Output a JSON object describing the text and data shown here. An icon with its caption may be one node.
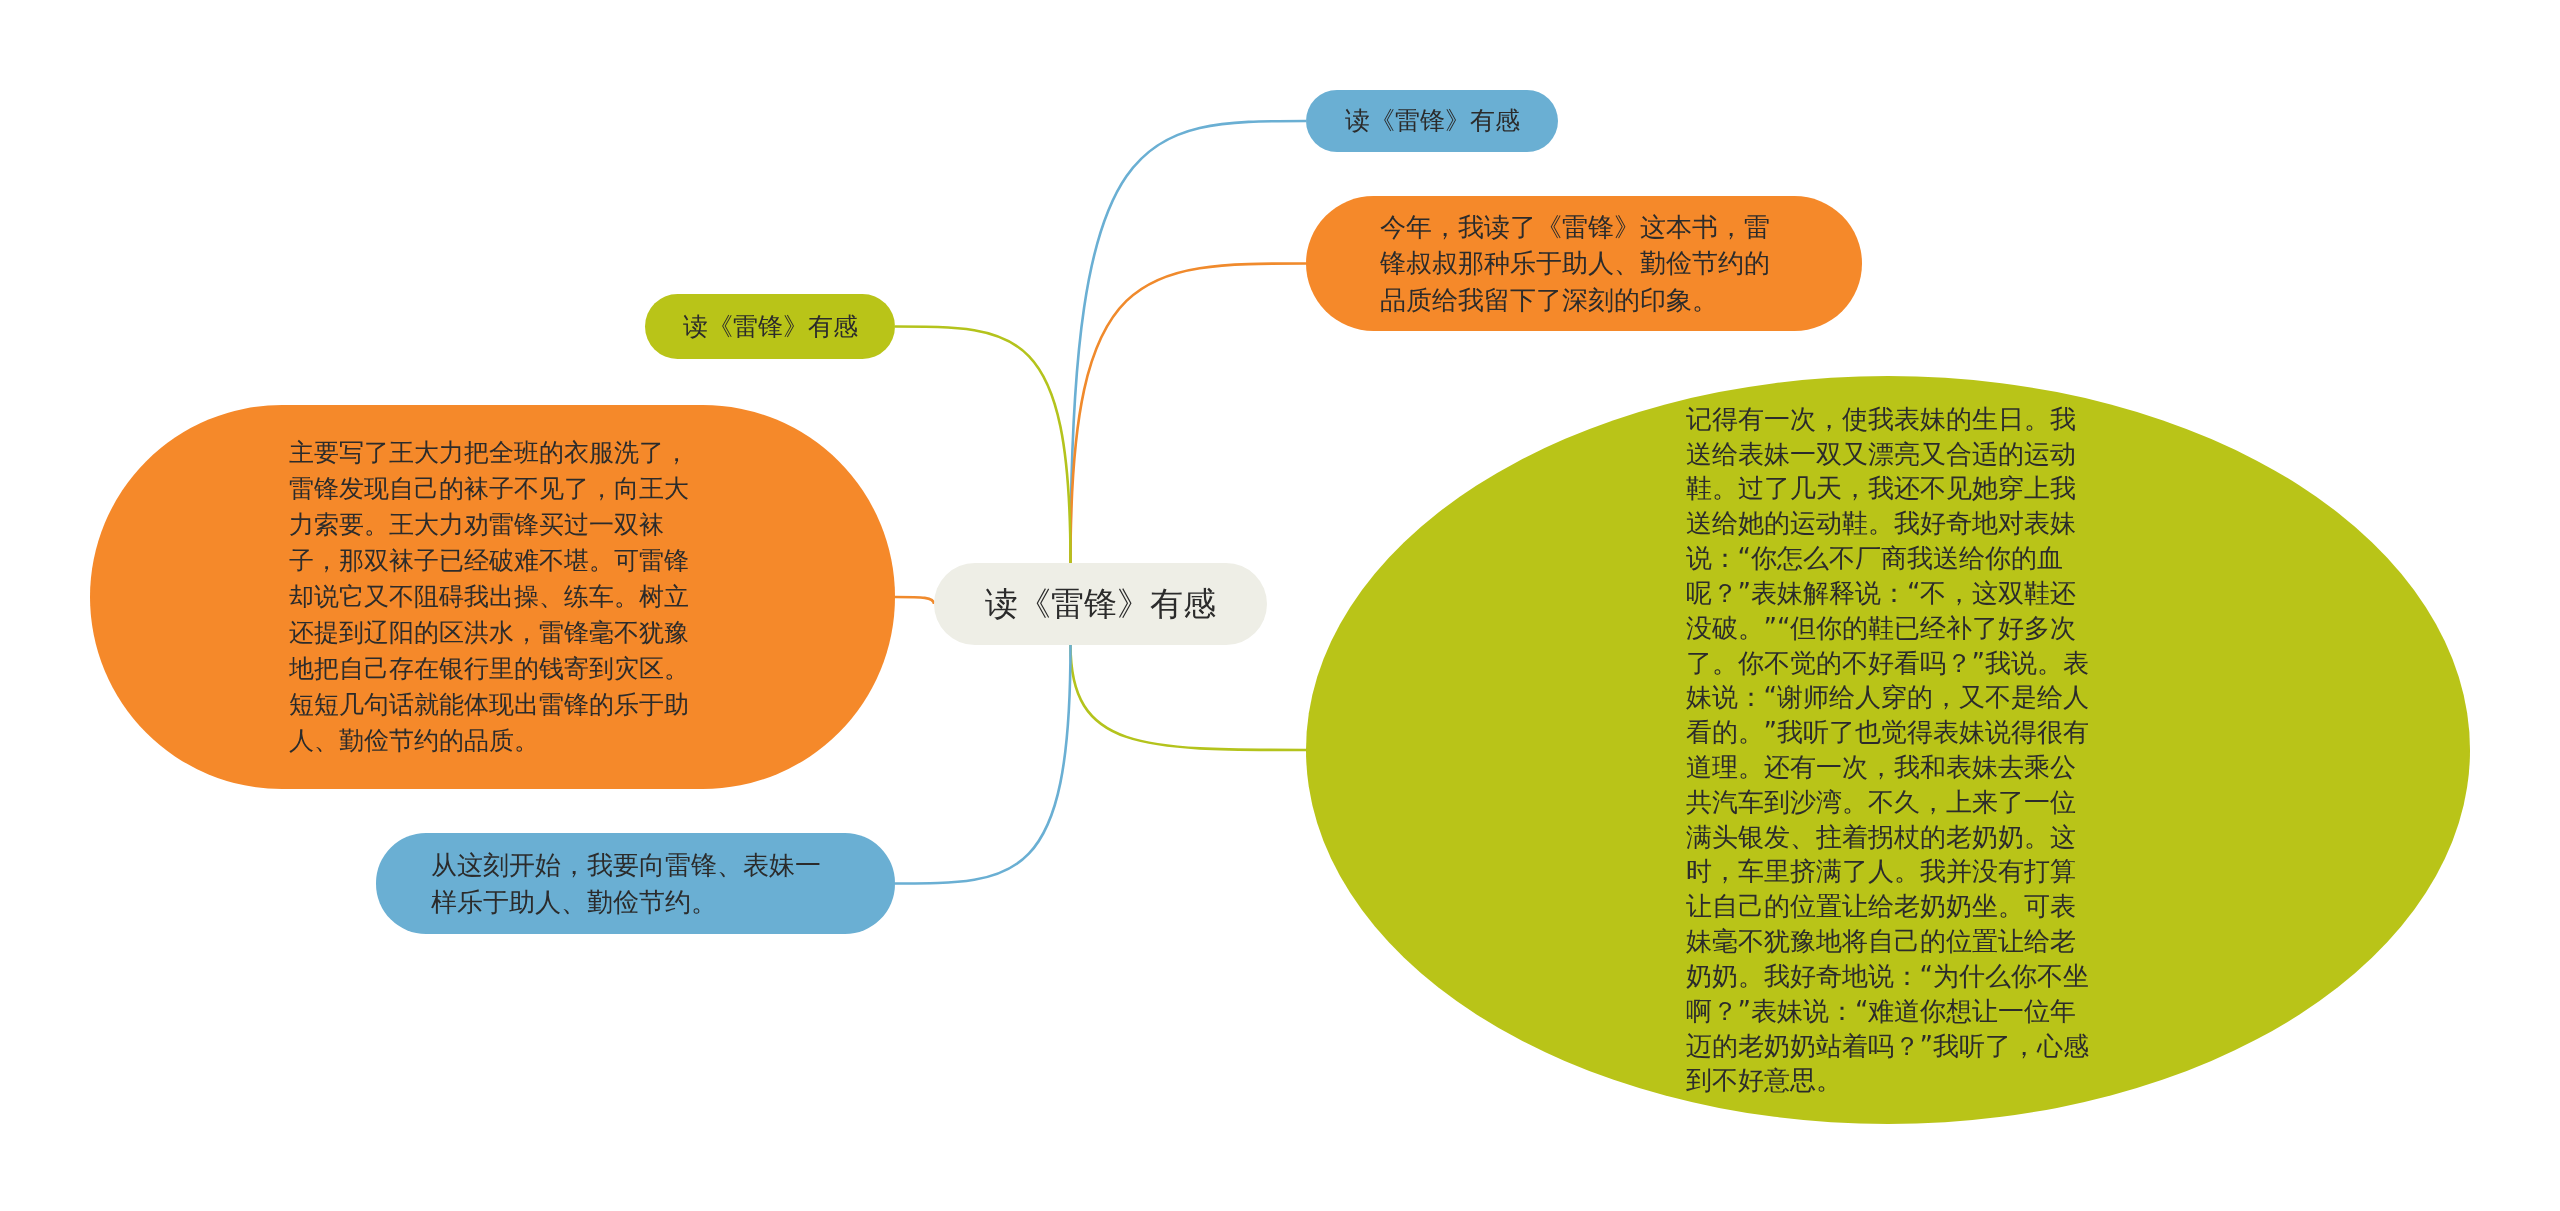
{
  "diagram": {
    "nodes": [
      {
        "text": [
          "读《雷锋》有感"
        ]
      },
      {
        "text": [
          "读《雷锋》有感"
        ]
      },
      {
        "text": [
          "今年，我读了《雷锋》这本书，雷锋叔叔那种乐于助人、勤俭节约的品质给我留下了深刻的印象。"
        ]
      },
      {
        "text": [
          "记得有一次，使我表妹的生日。我送给表妹一双又漂亮又合适的运动鞋。过了几天，我还不见她穿上我送给她的运动鞋。我好奇地对表妹说：“你怎么不厂商我送给你的血呢？”表妹解释说：“不，这双鞋还没破。”“但你的鞋已经补了好多次了。你不觉的不好看吗？”我说。表妹说：“谢师给人穿的，又不是给人看的。”我听了也觉得表妹说得很有道理。还有一次，我和表妹去乘公共汽车到沙湾。不久，上来了一位满头银发、拄着拐杖的老奶奶。这时，车里挤满了人。我并没有打算让自己的位置让给老奶奶坐。可表妹毫不犹豫地将自己的位置让给老奶奶。我好奇地说：“为什么你不坐啊？”表妹说：“难道你想让一位年迈的老奶奶站着吗？”我听了，心感到不好意思。"
        ]
      },
      {
        "text": [
          "读《雷锋》有感"
        ]
      },
      {
        "text": [
          "主要写了王大力把全班的衣服洗了，雷锋发现自己的袜子不见了，向王大力索要。王大力劝雷锋买过一双袜子，那双袜子已经破难不堪。可雷锋却说它又不阻碍我出操、练车。树立还提到辽阳的区洪水，雷锋毫不犹豫地把自己存在银行里的钱寄到灾区。短短几句话就能体现出雷锋的乐于助人、勤俭节约的品质。"
        ]
      },
      {
        "text": [
          "从这刻开始，我要向雷锋、表妹一样乐于助人、勤俭节约。"
        ]
      }
    ],
    "edges": [
      {
        "from": 0,
        "to": 1,
        "arrow": "none",
        "color": "#6aafd3"
      },
      {
        "from": 0,
        "to": 2,
        "arrow": "none",
        "color": "#f08a2c"
      },
      {
        "from": 0,
        "to": 3,
        "arrow": "none",
        "color": "#b4c31c"
      },
      {
        "from": 0,
        "to": 4,
        "arrow": "none",
        "color": "#b4c31c"
      },
      {
        "from": 0,
        "to": 5,
        "arrow": "none",
        "color": "#f08a2c"
      },
      {
        "from": 0,
        "to": 6,
        "arrow": "none",
        "color": "#6aafd3"
      }
    ]
  }
}
